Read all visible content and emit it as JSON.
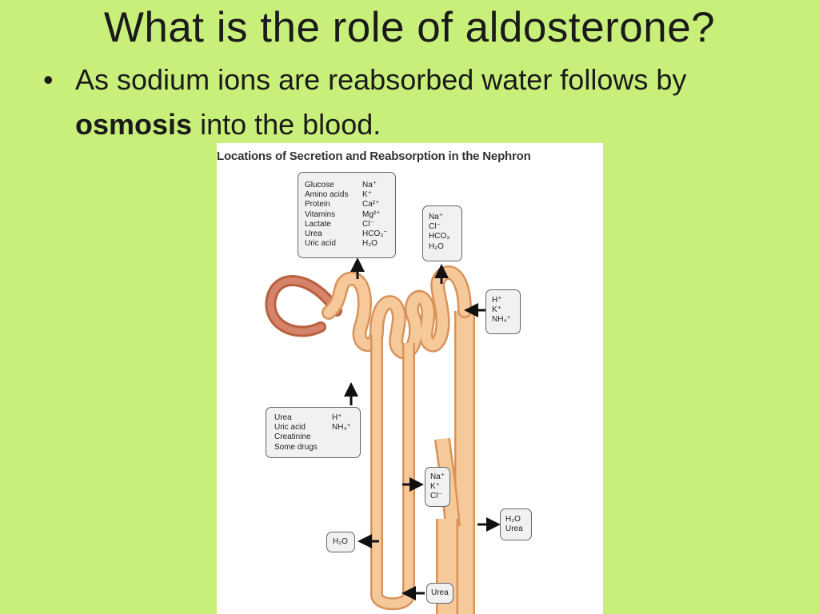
{
  "slide": {
    "title": "What is the role of aldosterone?",
    "bullet_before": "As sodium ions are reabsorbed water follows by ",
    "bullet_bold": "osmosis",
    "bullet_after": " into the blood."
  },
  "figure": {
    "title": "Locations of Secretion and Reabsorption in the Nephron",
    "boxes": {
      "pct_reabsorption": {
        "left": [
          "Glucose",
          "Amino acids",
          "Protein",
          "Vitamins",
          "Lactate",
          "Urea",
          "Uric acid"
        ],
        "right": [
          "Na⁺",
          "K⁺",
          "Ca²⁺",
          "Mg²⁺",
          "Cl⁻",
          "HCO₃⁻",
          "H₂O"
        ]
      },
      "dct_reabsorption": [
        "Na⁺",
        "Cl⁻",
        "HCO₃",
        "H₂O"
      ],
      "collecting_secretion": [
        "H⁺",
        "K⁺",
        "NH₄⁺"
      ],
      "pct_secretion": {
        "left": [
          "Urea",
          "Uric acid",
          "Creatinine",
          "Some drugs"
        ],
        "right": [
          "H⁺",
          "NH₄⁺"
        ]
      },
      "ascending_reabsorption": [
        "Na⁺",
        "K⁺",
        "Cl⁻"
      ],
      "duct_reabsorption": [
        "H₂O",
        "Urea"
      ],
      "descending_reabsorption": [
        "H₂O"
      ],
      "loop_reabsorption": [
        "Urea"
      ]
    },
    "colors": {
      "tubule": "#f5c99a",
      "tubule_edge": "#d9935a",
      "capsule": "#c9704f",
      "arrow": "#111111"
    }
  }
}
